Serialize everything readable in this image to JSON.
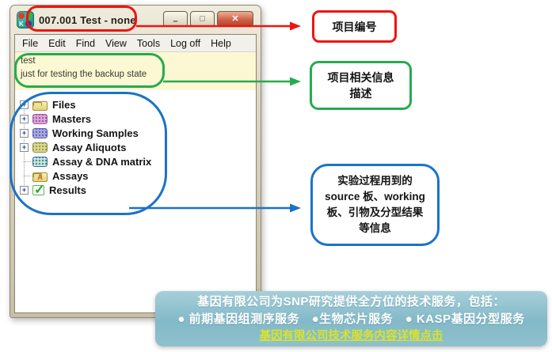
{
  "window": {
    "title": "007.001 Test - none",
    "icon_letter": "K",
    "controls": {
      "minimize": "–",
      "maximize": "□",
      "close": "✕"
    },
    "menu": [
      "File",
      "Edit",
      "Find",
      "View",
      "Tools",
      "Log off",
      "Help"
    ],
    "description_lines": [
      "test",
      "just for testing the backup state"
    ],
    "tree": [
      {
        "label": "Files"
      },
      {
        "label": "Masters"
      },
      {
        "label": "Working Samples"
      },
      {
        "label": "Assay Aliquots"
      },
      {
        "label": "Assay & DNA matrix"
      },
      {
        "label": "Assays"
      },
      {
        "label": "Results"
      }
    ]
  },
  "icons": {
    "expand_glyph": "+",
    "assays_letter": "A",
    "results_check": "✓"
  },
  "annotations": {
    "project_number": {
      "label": "项目编号",
      "color": "#ee1410"
    },
    "project_info": {
      "line1": "项目相关信息",
      "line2": "描述",
      "color": "#27ab4d"
    },
    "experiment_info": {
      "line1": "实验过程用到的",
      "line2": "source 板、working",
      "line3": "板、引物及分型结果",
      "line4": "等信息",
      "color": "#1a73c8"
    }
  },
  "banner": {
    "line1": "基因有限公司为SNP研究提供全方位的技术服务，包括：",
    "line2": "● 前期基因组测序服务　●生物芯片服务　● KASP基因分型服务",
    "link": "基因有限公司技术服务内容详情点击",
    "bg_color": "#8fc1cc",
    "link_color": "#d9e427"
  }
}
